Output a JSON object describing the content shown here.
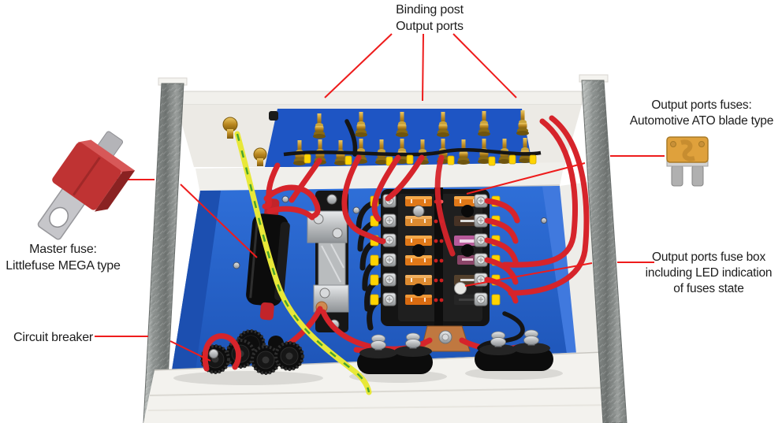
{
  "annotations": {
    "binding_posts": {
      "lines": [
        "Binding post",
        "Output ports"
      ]
    },
    "output_fuses": {
      "lines": [
        "Output ports fuses:",
        "Automotive ATO blade type"
      ]
    },
    "fuse_box": {
      "lines": [
        "Output ports fuse box",
        "including LED indication",
        "of fuses state"
      ]
    },
    "master_fuse": {
      "lines": [
        "Master fuse:",
        "Littlefuse MEGA type"
      ]
    },
    "circuit_breaker": {
      "lines": [
        "Circuit breaker"
      ]
    }
  },
  "colors": {
    "callout_line": "#ee1c1c",
    "interior_panel_blue": "#2565d2",
    "wire_red": "#d6242b",
    "ground_wire_yellow": "#e8e838",
    "ground_wire_green": "#4aa52c",
    "binding_post_brass": "#c49a30",
    "ato_fuse_body": "#dfa13c",
    "mega_fuse_body": "#bf3333",
    "enclosure_white": "#f3f2ee",
    "fuse_led_red": "#cc1f1f"
  },
  "icons": [
    {
      "name": "ato-blade-fuse-icon"
    },
    {
      "name": "mega-fuse-icon"
    }
  ]
}
